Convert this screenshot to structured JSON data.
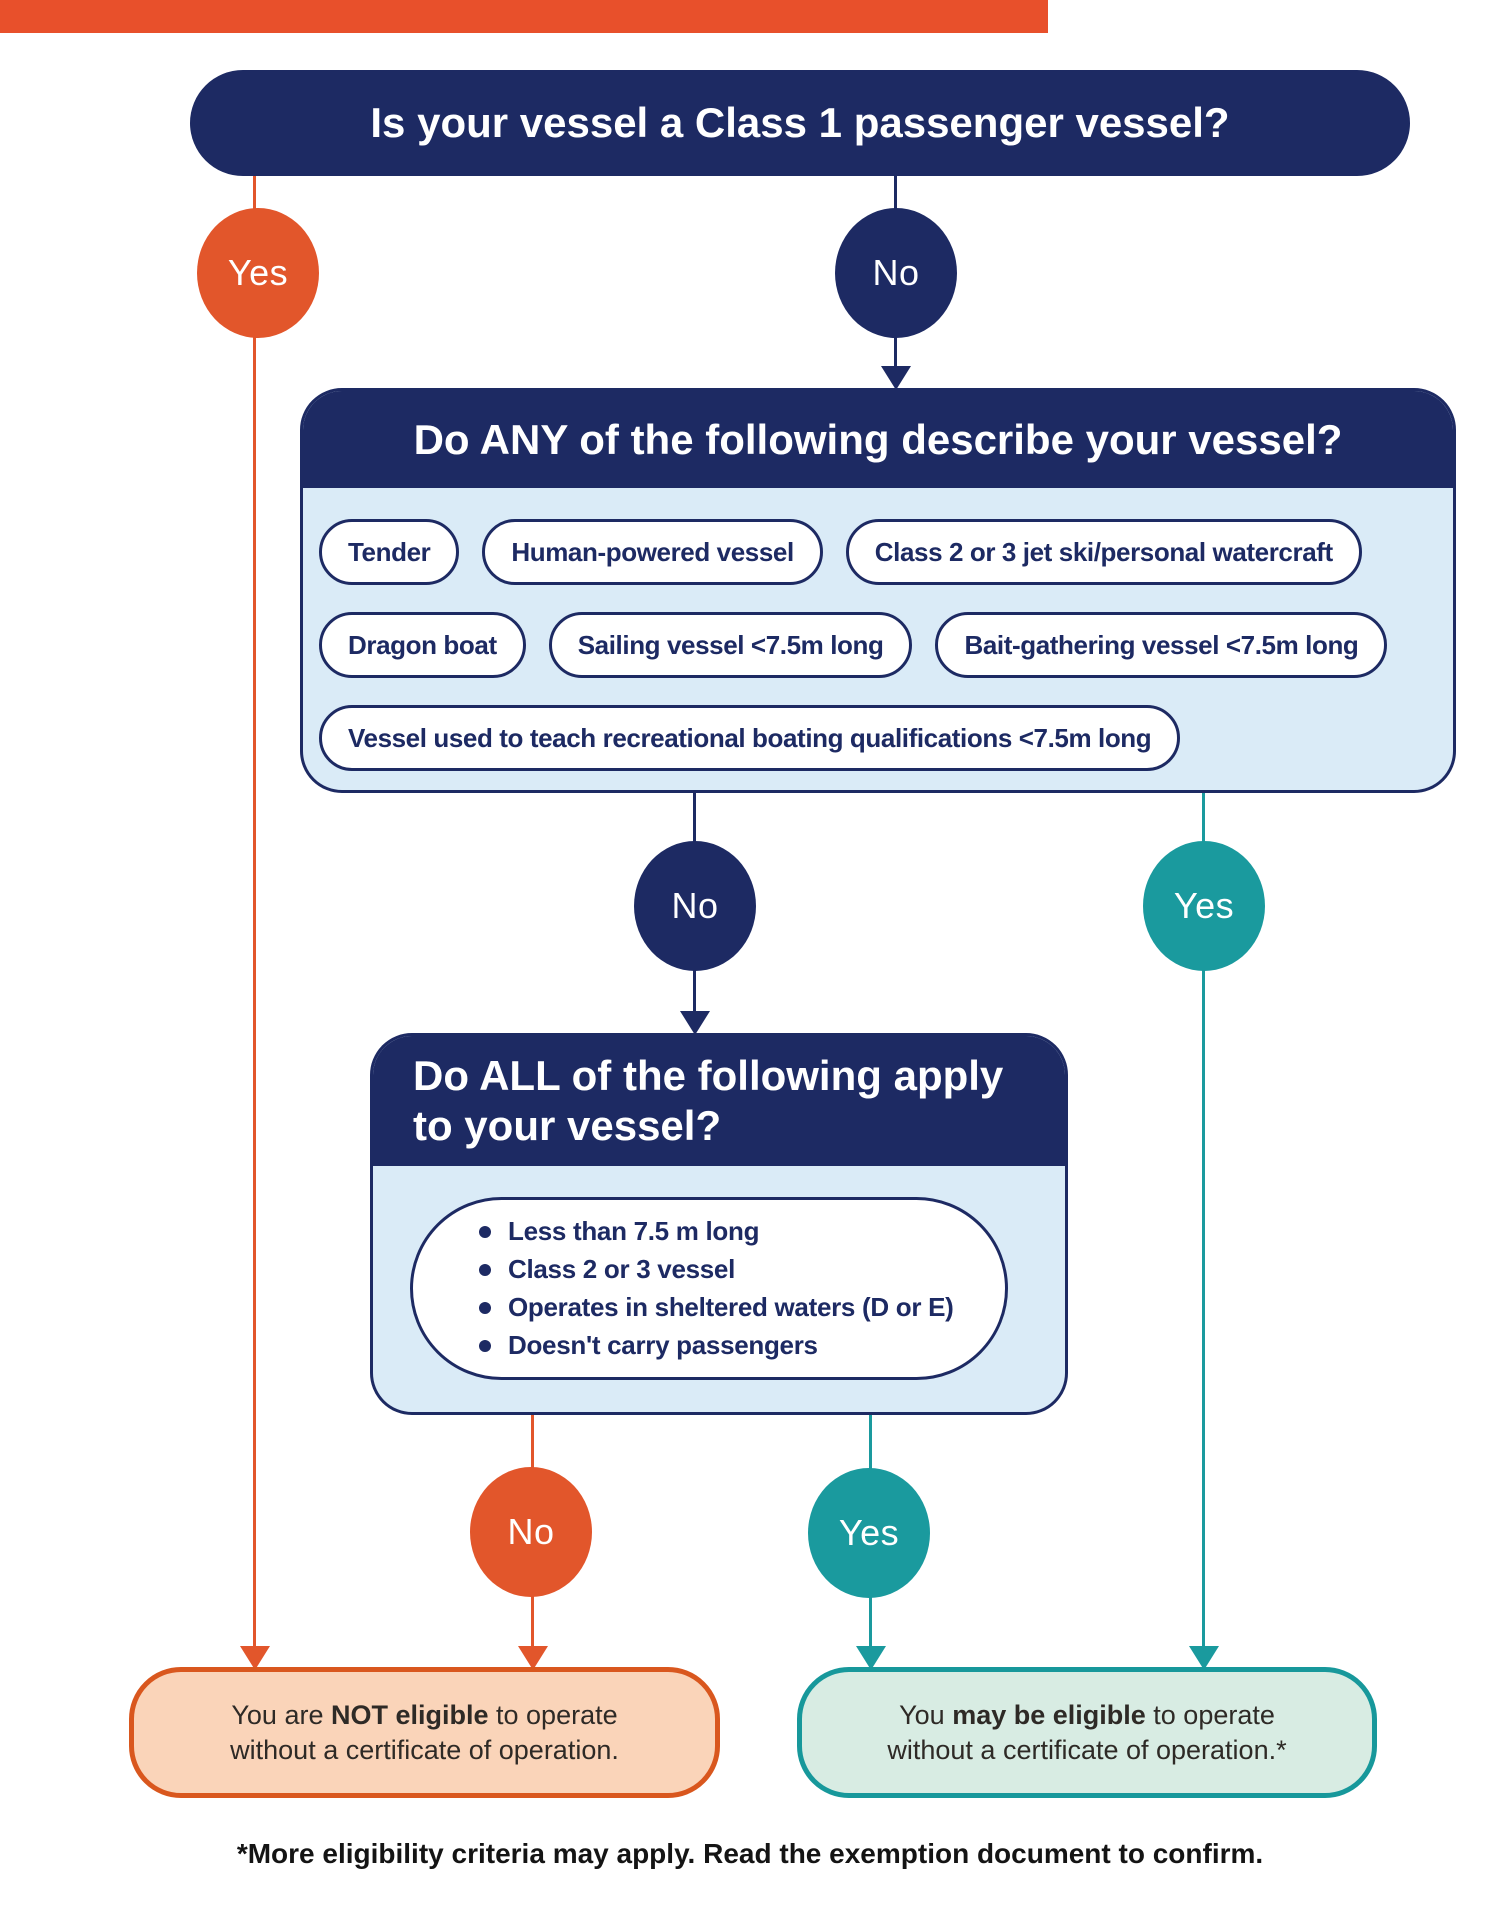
{
  "labels": {
    "yes": "Yes",
    "no": "No"
  },
  "q1": {
    "question": "Is your vessel a Class 1 passenger vessel?"
  },
  "q2": {
    "question": "Do ANY of the following describe your vessel?",
    "rows": [
      [
        "Tender",
        "Human-powered vessel",
        "Class 2 or 3 jet ski/personal watercraft"
      ],
      [
        "Dragon boat",
        "Sailing vessel <7.5m long",
        "Bait-gathering vessel <7.5m long"
      ],
      [
        "Vessel used to teach recreational boating qualifications <7.5m long"
      ]
    ]
  },
  "q3": {
    "question_line1": "Do ALL of the following apply",
    "question_line2": "to your vessel?",
    "criteria": [
      "Less than 7.5 m long",
      "Class 2 or 3 vessel",
      "Operates in sheltered waters (D or E)",
      "Doesn't carry passengers"
    ]
  },
  "outcomes": {
    "negative": {
      "line1_pre": "You are ",
      "line1_bold": "NOT eligible",
      "line1_post": " to operate",
      "line2": "without a certificate of operation."
    },
    "positive": {
      "line1_pre": "You ",
      "line1_bold": "may be eligible",
      "line1_post": " to operate",
      "line2": "without a certificate of operation.*"
    }
  },
  "footnote": "*More eligibility criteria may apply. Read the exemption document to confirm.",
  "colors": {
    "navy": "#1d2a63",
    "light_blue": "#daebf7",
    "orange": "#e2562b",
    "orange_border": "#d9571e",
    "peach_fill": "#fad4b9",
    "teal": "#1a9a9e",
    "teal_border": "#17989b",
    "mint_fill": "#d8ece3",
    "text_ink": "#2e2a26",
    "top_bar": "#e8502b"
  }
}
